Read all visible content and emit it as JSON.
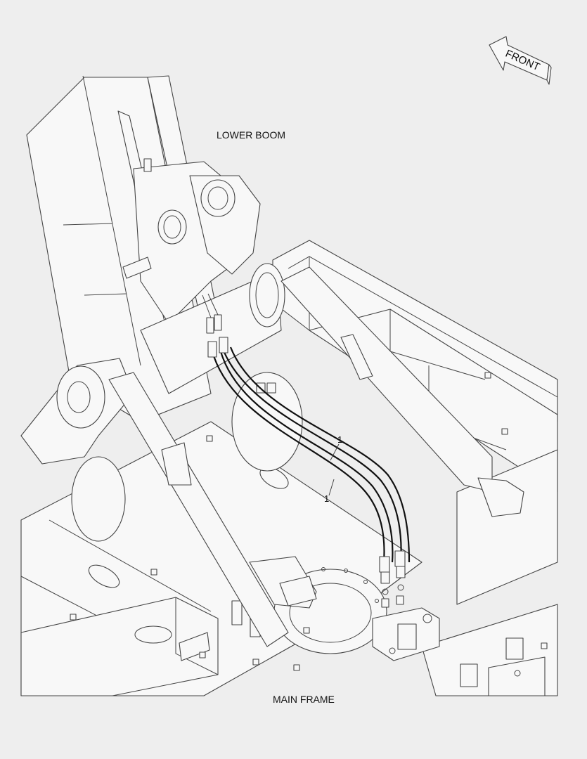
{
  "labels": {
    "front_arrow": "FRONT",
    "lower_boom": "LOWER BOOM",
    "main_frame": "MAIN FRAME",
    "callout_upper": "1",
    "callout_lower": "1"
  },
  "colors": {
    "background": "#eeeeee",
    "parts_fill": "#f8f8f8",
    "line": "#444444",
    "hose": "#111111"
  }
}
